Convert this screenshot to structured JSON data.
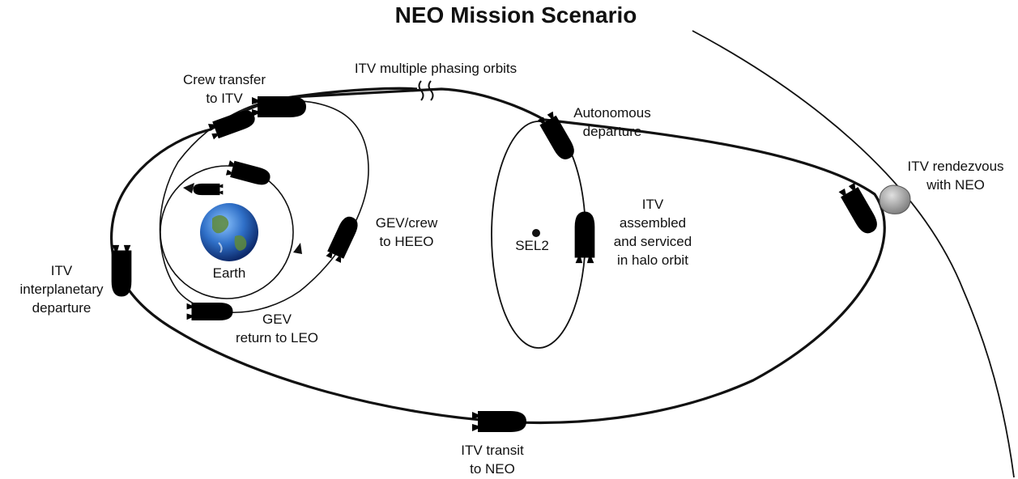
{
  "title": "NEO Mission Scenario",
  "labels": {
    "phasing": "ITV multiple phasing orbits",
    "crew_transfer": [
      "Crew transfer",
      "to ITV"
    ],
    "autonomous": [
      "Autonomous",
      "departure"
    ],
    "rendezvous": [
      "ITV rendezvous",
      "with NEO"
    ],
    "gev_crew": [
      "GEV/crew",
      "to HEEO"
    ],
    "earth": "Earth",
    "sel2": "SEL2",
    "itv_assembled": [
      "ITV",
      "assembled",
      "and serviced",
      "in halo orbit"
    ],
    "itv_departure": [
      "ITV",
      "interplanetary",
      "departure"
    ],
    "gev_return": [
      "GEV",
      "return to LEO"
    ],
    "itv_transit": [
      "ITV transit",
      "to NEO"
    ]
  },
  "colors": {
    "line": "#111111",
    "earth_ocean": "#2f6fc7",
    "earth_land": "#5f8a3a",
    "asteroid": "#9a9a9a"
  }
}
